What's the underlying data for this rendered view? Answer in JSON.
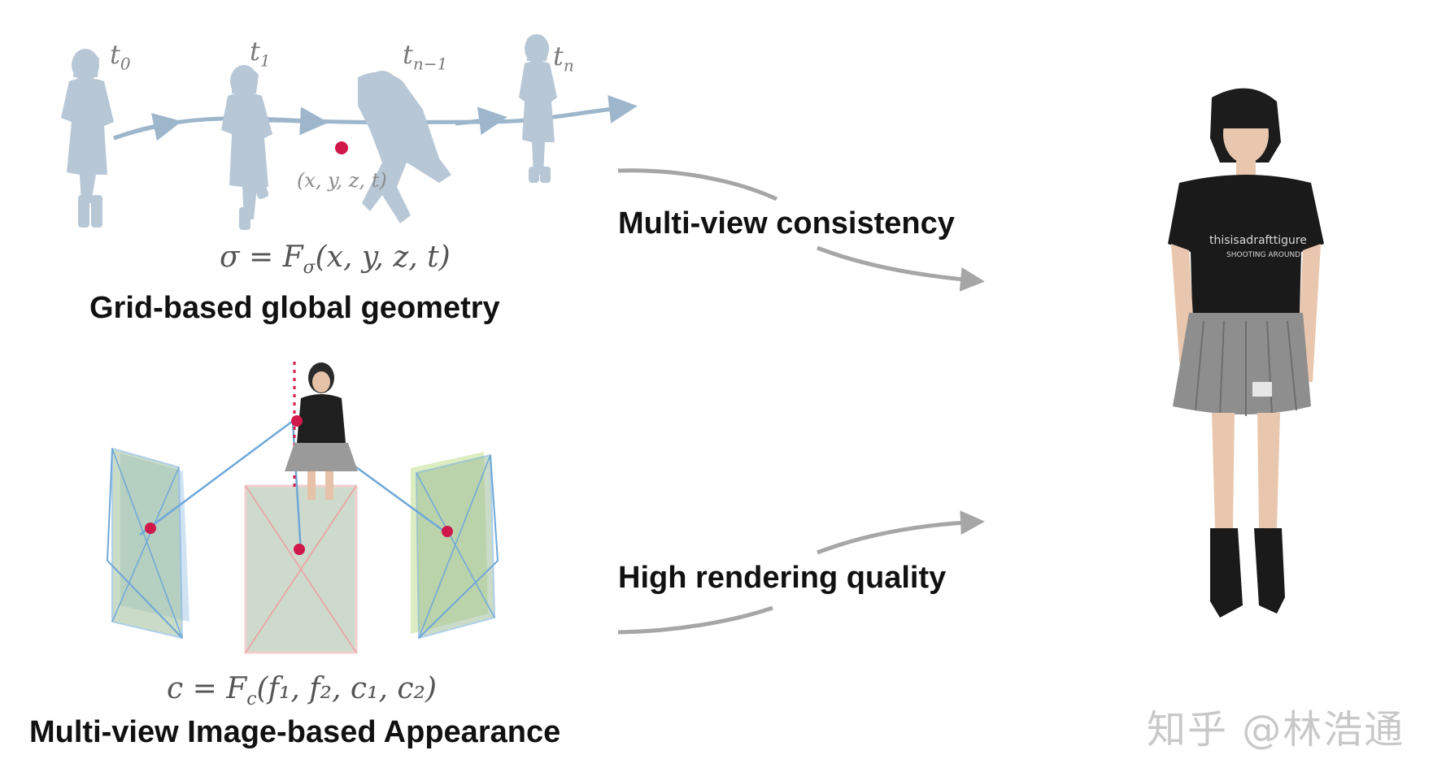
{
  "geometry_panel": {
    "time_labels": [
      {
        "base": "t",
        "sub": "0"
      },
      {
        "base": "t",
        "sub": "1"
      },
      {
        "base": "t",
        "sub": "n−1"
      },
      {
        "base": "t",
        "sub": "n"
      }
    ],
    "point_label": "(x, y, z, t)",
    "formula": "σ = F",
    "formula_sub": "σ",
    "formula_args": "(x, y, z, t)",
    "caption": "Grid-based global geometry"
  },
  "appearance_panel": {
    "formula": "c = F",
    "formula_sub": "c",
    "formula_args": "(f₁, f₂, c₁, c₂)",
    "caption": "Multi-view Image-based Appearance"
  },
  "arrows": {
    "top_label": "Multi-view consistency",
    "bottom_label": "High rendering quality"
  },
  "watermark": "知乎 @林浩通",
  "colors": {
    "figure_fill": "#b8c7d6",
    "trajectory": "#9db6cc",
    "sample_point": "#d0184a",
    "arrow_gray": "#a6a6a6",
    "left_plane": "#8fb3d9",
    "center_plane": "#e8a9a9",
    "right_plane": "#a9d46a",
    "ray_blue": "#6fa8d8"
  }
}
